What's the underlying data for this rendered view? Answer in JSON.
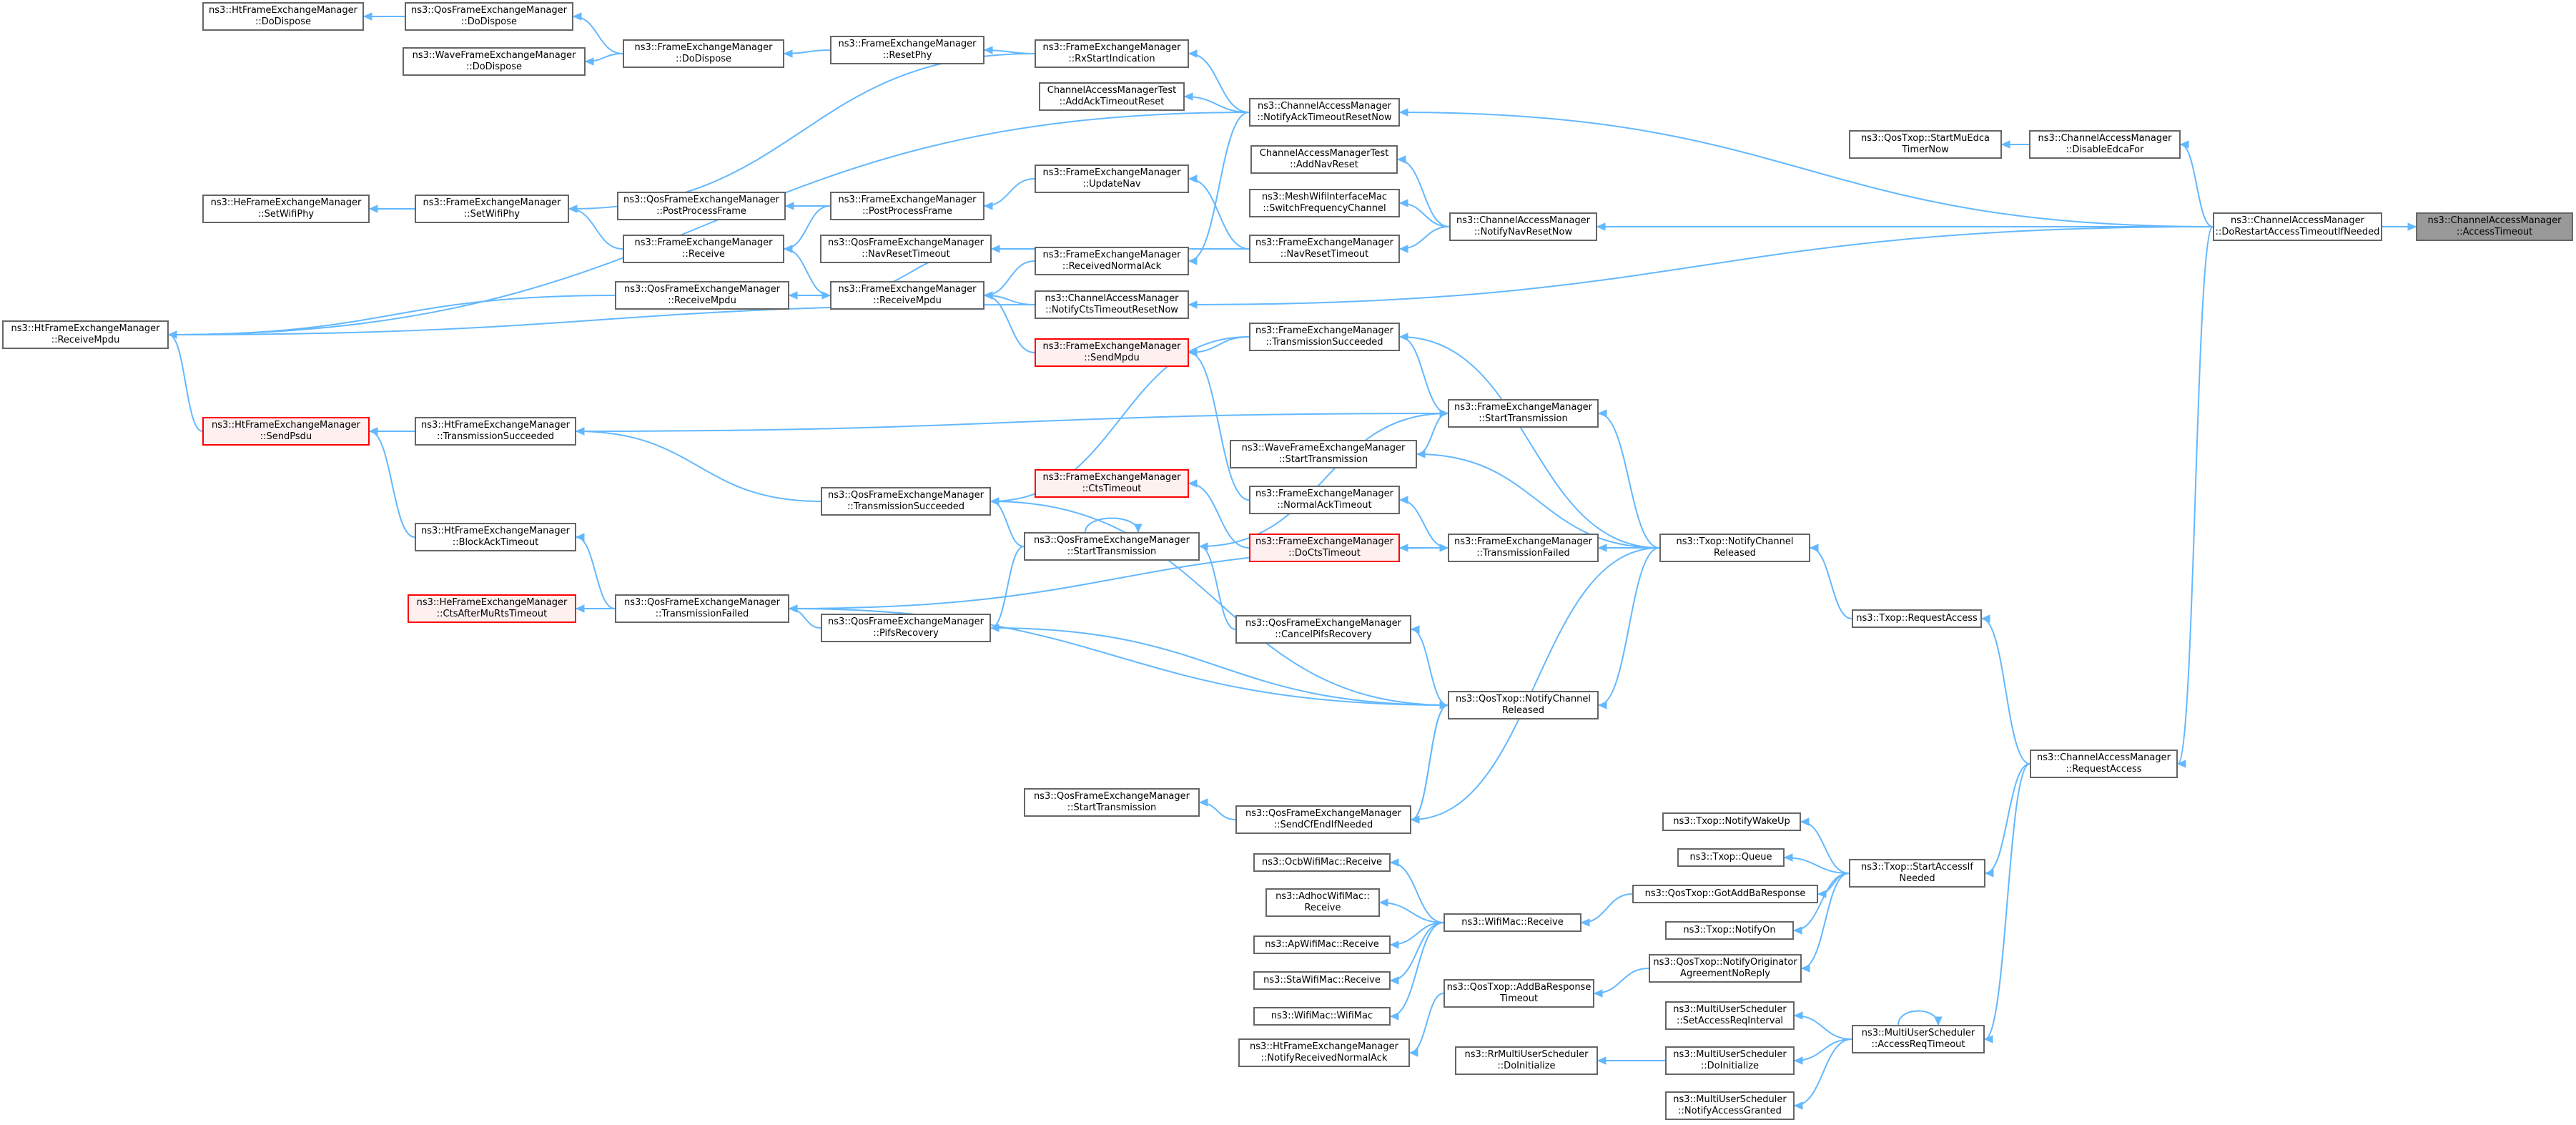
{
  "diagram": {
    "title": "",
    "colors": {
      "edge": "#63b8ff",
      "node_border": "#666666",
      "highlight_border": "#ff0000",
      "highlight_fill": "#fff0f0",
      "root_fill": "#999999"
    },
    "nodes": [
      {
        "id": "n01",
        "lines": [
          "ns3::HtFrameExchangeManager",
          "::DoDispose"
        ]
      },
      {
        "id": "n02",
        "lines": [
          "ns3::QosFrameExchangeManager",
          "::DoDispose"
        ]
      },
      {
        "id": "n03",
        "lines": [
          "ns3::WaveFrameExchangeManager",
          "::DoDispose"
        ]
      },
      {
        "id": "n04",
        "lines": [
          "ns3::FrameExchangeManager",
          "::DoDispose"
        ]
      },
      {
        "id": "n05",
        "lines": [
          "ns3::FrameExchangeManager",
          "::ResetPhy"
        ]
      },
      {
        "id": "n06",
        "lines": [
          "ns3::FrameExchangeManager",
          "::RxStartIndication"
        ]
      },
      {
        "id": "n07",
        "lines": [
          "ChannelAccessManagerTest",
          "::AddAckTimeoutReset"
        ]
      },
      {
        "id": "n08",
        "lines": [
          "ns3::ChannelAccessManager",
          "::NotifyAckTimeoutResetNow"
        ]
      },
      {
        "id": "n09",
        "lines": [
          "ns3::QosTxop::StartMuEdca",
          "TimerNow"
        ]
      },
      {
        "id": "n10",
        "lines": [
          "ns3::ChannelAccessManager",
          "::DisableEdcaFor"
        ]
      },
      {
        "id": "n11",
        "lines": [
          "ChannelAccessManagerTest",
          "::AddNavReset"
        ]
      },
      {
        "id": "n12",
        "lines": [
          "ns3::FrameExchangeManager",
          "::UpdateNav"
        ]
      },
      {
        "id": "n13",
        "lines": [
          "ns3::HeFrameExchangeManager",
          "::SetWifiPhy"
        ]
      },
      {
        "id": "n14",
        "lines": [
          "ns3::FrameExchangeManager",
          "::SetWifiPhy"
        ]
      },
      {
        "id": "n15",
        "lines": [
          "ns3::QosFrameExchangeManager",
          "::PostProcessFrame"
        ]
      },
      {
        "id": "n16",
        "lines": [
          "ns3::FrameExchangeManager",
          "::PostProcessFrame"
        ]
      },
      {
        "id": "n17",
        "lines": [
          "ns3::MeshWifiInterfaceMac",
          "::SwitchFrequencyChannel"
        ]
      },
      {
        "id": "n18",
        "lines": [
          "ns3::ChannelAccessManager",
          "::NotifyNavResetNow"
        ]
      },
      {
        "id": "n19",
        "lines": [
          "ns3::ChannelAccessManager",
          "::DoRestartAccessTimeoutIfNeeded"
        ]
      },
      {
        "id": "n20",
        "lines": [
          "ns3::ChannelAccessManager",
          "::AccessTimeout"
        ],
        "root": true
      },
      {
        "id": "n21",
        "lines": [
          "ns3::FrameExchangeManager",
          "::Receive"
        ]
      },
      {
        "id": "n22",
        "lines": [
          "ns3::QosFrameExchangeManager",
          "::NavResetTimeout"
        ]
      },
      {
        "id": "n23",
        "lines": [
          "ns3::FrameExchangeManager",
          "::NavResetTimeout"
        ]
      },
      {
        "id": "n24",
        "lines": [
          "ns3::FrameExchangeManager",
          "::ReceivedNormalAck"
        ]
      },
      {
        "id": "n25",
        "lines": [
          "ns3::QosFrameExchangeManager",
          "::ReceiveMpdu"
        ]
      },
      {
        "id": "n26",
        "lines": [
          "ns3::FrameExchangeManager",
          "::ReceiveMpdu"
        ]
      },
      {
        "id": "n27",
        "lines": [
          "ns3::ChannelAccessManager",
          "::NotifyCtsTimeoutResetNow"
        ]
      },
      {
        "id": "n28",
        "lines": [
          "ns3::HtFrameExchangeManager",
          "::ReceiveMpdu"
        ]
      },
      {
        "id": "n29",
        "lines": [
          "ns3::FrameExchangeManager",
          "::SendMpdu"
        ],
        "red": true
      },
      {
        "id": "n30",
        "lines": [
          "ns3::FrameExchangeManager",
          "::TransmissionSucceeded"
        ]
      },
      {
        "id": "n31",
        "lines": [
          "ns3::HtFrameExchangeManager",
          "::SendPsdu"
        ],
        "red": true
      },
      {
        "id": "n32",
        "lines": [
          "ns3::HtFrameExchangeManager",
          "::TransmissionSucceeded"
        ]
      },
      {
        "id": "n33",
        "lines": [
          "ns3::FrameExchangeManager",
          "::StartTransmission"
        ]
      },
      {
        "id": "n34",
        "lines": [
          "ns3::WaveFrameExchangeManager",
          "::StartTransmission"
        ]
      },
      {
        "id": "n35",
        "lines": [
          "ns3::FrameExchangeManager",
          "::CtsTimeout"
        ],
        "red": true
      },
      {
        "id": "n36",
        "lines": [
          "ns3::FrameExchangeManager",
          "::NormalAckTimeout"
        ]
      },
      {
        "id": "n37",
        "lines": [
          "ns3::QosFrameExchangeManager",
          "::TransmissionSucceeded"
        ]
      },
      {
        "id": "n38",
        "lines": [
          "ns3::HtFrameExchangeManager",
          "::BlockAckTimeout"
        ]
      },
      {
        "id": "n39",
        "lines": [
          "ns3::QosFrameExchangeManager",
          "::StartTransmission"
        ]
      },
      {
        "id": "n40",
        "lines": [
          "ns3::FrameExchangeManager",
          "::DoCtsTimeout"
        ],
        "red": true
      },
      {
        "id": "n41",
        "lines": [
          "ns3::FrameExchangeManager",
          "::TransmissionFailed"
        ]
      },
      {
        "id": "n42",
        "lines": [
          "ns3::Txop::NotifyChannel",
          "Released"
        ]
      },
      {
        "id": "n43",
        "lines": [
          "ns3::HeFrameExchangeManager",
          "::CtsAfterMuRtsTimeout"
        ],
        "red": true
      },
      {
        "id": "n44",
        "lines": [
          "ns3::QosFrameExchangeManager",
          "::TransmissionFailed"
        ]
      },
      {
        "id": "n45",
        "lines": [
          "ns3::QosFrameExchangeManager",
          "::PifsRecovery"
        ]
      },
      {
        "id": "n46",
        "lines": [
          "ns3::QosFrameExchangeManager",
          "::CancelPifsRecovery"
        ]
      },
      {
        "id": "n47",
        "lines": [
          "ns3::Txop::RequestAccess"
        ]
      },
      {
        "id": "n48",
        "lines": [
          "ns3::QosTxop::NotifyChannel",
          "Released"
        ]
      },
      {
        "id": "n49",
        "lines": [
          "ns3::ChannelAccessManager",
          "::RequestAccess"
        ]
      },
      {
        "id": "n50",
        "lines": [
          "ns3::QosFrameExchangeManager",
          "::StartTransmission"
        ]
      },
      {
        "id": "n51",
        "lines": [
          "ns3::QosFrameExchangeManager",
          "::SendCfEndIfNeeded"
        ]
      },
      {
        "id": "n52",
        "lines": [
          "ns3::Txop::NotifyWakeUp"
        ]
      },
      {
        "id": "n53",
        "lines": [
          "ns3::Txop::Queue"
        ]
      },
      {
        "id": "n54",
        "lines": [
          "ns3::Txop::StartAccessIf",
          "Needed"
        ]
      },
      {
        "id": "n55",
        "lines": [
          "ns3::OcbWifiMac::Receive"
        ]
      },
      {
        "id": "n56",
        "lines": [
          "ns3::AdhocWifiMac::",
          "Receive"
        ]
      },
      {
        "id": "n57",
        "lines": [
          "ns3::QosTxop::GotAddBaResponse"
        ]
      },
      {
        "id": "n58",
        "lines": [
          "ns3::WifiMac::Receive"
        ]
      },
      {
        "id": "n59",
        "lines": [
          "ns3::Txop::NotifyOn"
        ]
      },
      {
        "id": "n60",
        "lines": [
          "ns3::ApWifiMac::Receive"
        ]
      },
      {
        "id": "n61",
        "lines": [
          "ns3::QosTxop::NotifyOriginator",
          "AgreementNoReply"
        ]
      },
      {
        "id": "n62",
        "lines": [
          "ns3::StaWifiMac::Receive"
        ]
      },
      {
        "id": "n63",
        "lines": [
          "ns3::QosTxop::AddBaResponse",
          "Timeout"
        ]
      },
      {
        "id": "n64",
        "lines": [
          "ns3::WifiMac::WifiMac"
        ]
      },
      {
        "id": "n65",
        "lines": [
          "ns3::MultiUserScheduler",
          "::SetAccessReqInterval"
        ]
      },
      {
        "id": "n66",
        "lines": [
          "ns3::MultiUserScheduler",
          "::AccessReqTimeout"
        ]
      },
      {
        "id": "n67",
        "lines": [
          "ns3::HtFrameExchangeManager",
          "::NotifyReceivedNormalAck"
        ]
      },
      {
        "id": "n68",
        "lines": [
          "ns3::RrMultiUserScheduler",
          "::DoInitialize"
        ]
      },
      {
        "id": "n69",
        "lines": [
          "ns3::MultiUserScheduler",
          "::DoInitialize"
        ]
      },
      {
        "id": "n70",
        "lines": [
          "ns3::MultiUserScheduler",
          "::NotifyAccessGranted"
        ]
      }
    ]
  }
}
